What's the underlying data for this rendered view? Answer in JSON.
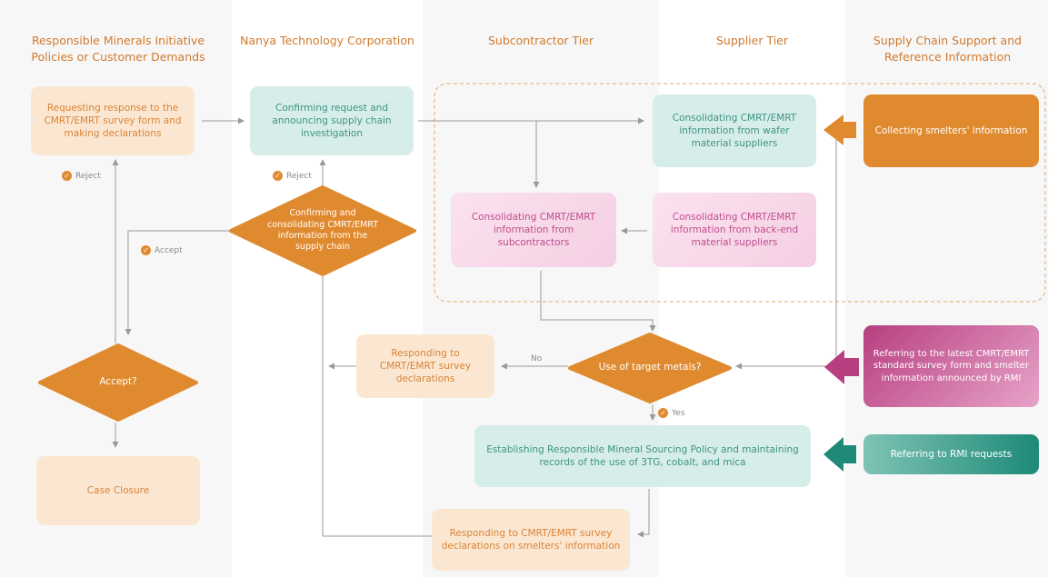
{
  "headers": {
    "col1": "Responsible Minerals Initiative Policies or Customer Demands",
    "col2": "Nanya Technology Corporation",
    "col3": "Subcontractor Tier",
    "col4": "Supplier Tier",
    "col5": "Supply Chain Support and Reference Information"
  },
  "nodes": {
    "request": "Requesting response to the CMRT/EMRT survey form and making declarations",
    "confirming_request": "Confirming request and announcing supply chain investigation",
    "consolidating_diamond": "Confirming and consolidating CMRT/EMRT information from the supply chain",
    "accept_diamond": "Accept?",
    "case_closure": "Case Closure",
    "wafer": "Consolidating CMRT/EMRT information from wafer material suppliers",
    "subcontractors": "Consolidating CMRT/EMRT information from subcontractors",
    "backend": "Consolidating CMRT/EMRT information from back-end material suppliers",
    "smelters": "Collecting smelters' information",
    "target_metals": "Use of target metals?",
    "responding_survey": "Responding to CMRT/EMRT survey declarations",
    "rmi_latest": "Referring to the latest CMRT/EMRT standard survey form and smelter information announced by RMI",
    "policy": "Establishing Responsible Mineral Sourcing Policy and maintaining records of the use of 3TG, cobalt, and mica",
    "rmi_requests": "Referring to RMI requests",
    "responding_smelters": "Responding to CMRT/EMRT survey declarations on smelters' information"
  },
  "labels": {
    "reject1": "Reject",
    "reject2": "Reject",
    "accept": "Accept",
    "no": "No",
    "yes": "Yes"
  },
  "colors": {
    "orange": "#e08a2f",
    "teal": "#1e8a77",
    "magenta": "#b73f80",
    "header": "#d17a2c"
  }
}
